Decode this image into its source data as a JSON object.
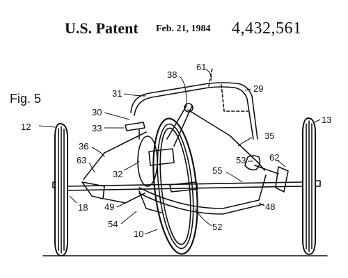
{
  "header": {
    "patent_label": "U.S. Patent",
    "date": "Feb. 21, 1984",
    "number": "4,432,561"
  },
  "figure": {
    "label": "Fig. 5",
    "refs": [
      "12",
      "13",
      "38",
      "61",
      "31",
      "29",
      "30",
      "33",
      "35",
      "36",
      "63",
      "53",
      "62",
      "32",
      "55",
      "18",
      "49",
      "48",
      "54",
      "10",
      "52"
    ]
  }
}
